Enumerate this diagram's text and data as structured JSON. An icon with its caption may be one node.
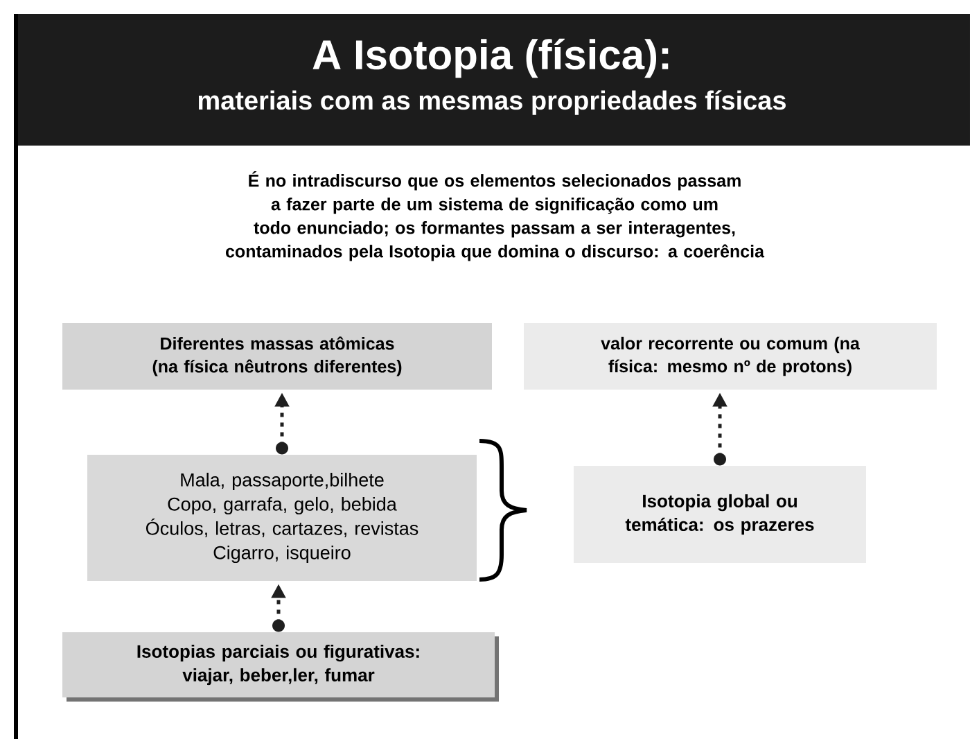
{
  "diagram": {
    "title": "A Isotopia (física):",
    "nodes": [
      {
        "text": [
          "Diferentes massas atômicas (na física nêutrons diferentes)"
        ]
      },
      {
        "text": [
          "valor recorrente ou comum (na física: mesmo nº de protons)"
        ]
      },
      {
        "text": [
          "Mala, passaporte,bilhete",
          "Copo, garrafa, gelo, bebida",
          "Óculos, letras, cartazes, revistas",
          "Cigarro, isqueiro"
        ]
      },
      {
        "text": [
          "Isotopia global ou temática: os prazeres"
        ]
      },
      {
        "text": [
          "Isotopias parciais ou figurativas: viajar, beber,ler, fumar"
        ]
      }
    ],
    "edges": [
      {
        "from": 2,
        "to": 0,
        "arrow": "to",
        "style": "dashed"
      },
      {
        "from": 4,
        "to": 2,
        "arrow": "to",
        "style": "dashed"
      },
      {
        "from": 3,
        "to": 1,
        "arrow": "to",
        "style": "dashed"
      }
    ],
    "labels": [
      "materiais com as mesmas propriedades físicas",
      "É no intradiscurso que os elementos selecionados passam a fazer parte de um sistema de significação como um todo enunciado; os formantes passam a ser interagentes, contaminados pela Isotopia que domina o discurso: a coerência"
    ]
  }
}
